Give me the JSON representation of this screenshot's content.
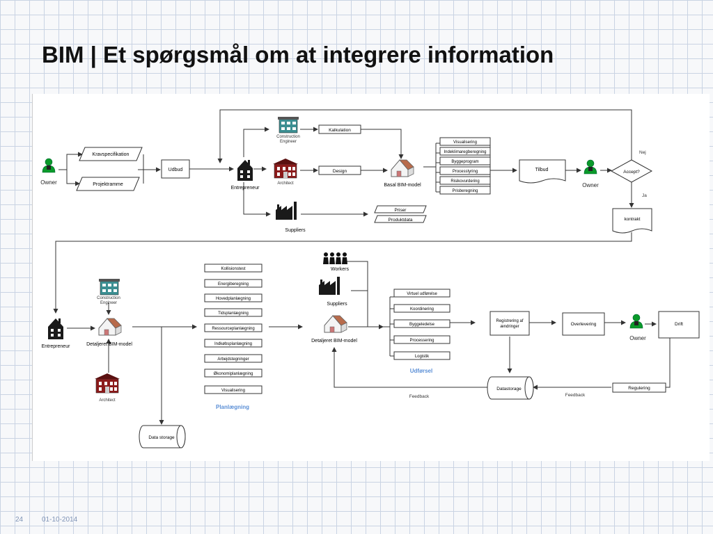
{
  "slide": {
    "title": "BIM | Et spørgsmål om at integrere information",
    "page_number": "24",
    "date": "01-10-2014"
  },
  "top": {
    "owner_left": "Owner",
    "kravspecifikation": "Kravspecifikation",
    "projektramme": "Projektramme",
    "udbud": "Udbud",
    "entrepreneur": "Entrepreneur",
    "construction_engineer": [
      "Construction",
      "Engineer"
    ],
    "kalkulation": "Kalkulation",
    "architect": "Architect",
    "design": "Design",
    "suppliers": "Suppliers",
    "basal_bim": "Basal BIM-model",
    "priser": "Priser",
    "produktdata": "Produktdata",
    "list": [
      "Visualisering",
      "Indeklimaregberegning",
      "Byggeprogram",
      "Processtyring",
      "Risikovurdering",
      "Prisberegning"
    ],
    "tilbud": "Tilbud",
    "owner_right": "Owner",
    "accept": "Accept?",
    "nej": "Nej",
    "ja": "Ja",
    "kontrakt": "kontrakt"
  },
  "bottom": {
    "construction_engineer": [
      "Construction",
      "Engineer"
    ],
    "entrepreneur": "Entrepreneur",
    "detaljeret_bim": "Detaljeret BIM-model",
    "architect": "Architect",
    "data_storage_left": "Data storage",
    "plan_list": [
      "Kollisionstest",
      "Energiberegning",
      "Hovedplanlægning",
      "Tidsplanlægning",
      "Ressourceplanlægning",
      "Indkøbsplanlægning",
      "Arbejdstegninger",
      "Økonomiplanlægning",
      "Visualisering"
    ],
    "planlaegning": "Planlægning",
    "workers": "Workers",
    "suppliers": "Suppliers",
    "detaljeret_bim_2": "Detaljeret BIM-model",
    "exec_list": [
      "Virtuel udførelse",
      "Koordinering",
      "Byggeledelse",
      "Processering",
      "Logistik"
    ],
    "udforsel": "Udførsel",
    "registrering": [
      "Registrering af",
      "ændringer"
    ],
    "overlevering": "Overlevering",
    "owner": "Owner",
    "drift": "Drift",
    "datastorage": "Datastorage",
    "regulering": "Regulering",
    "feedback_1": "Feedback",
    "feedback_2": "Feedback"
  }
}
